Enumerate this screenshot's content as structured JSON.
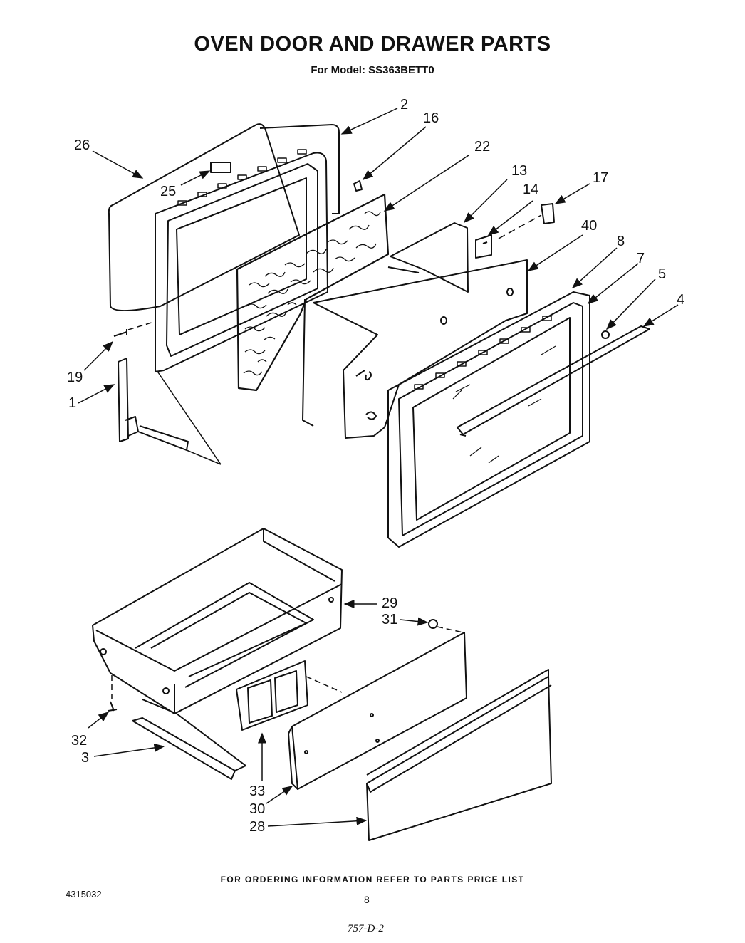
{
  "title": "OVEN DOOR AND DRAWER PARTS",
  "subtitle": "For Model: SS363BETT0",
  "callouts": {
    "c2": "2",
    "c16": "16",
    "c26": "26",
    "c22": "22",
    "c13": "13",
    "c17": "17",
    "c14": "14",
    "c25": "25",
    "c40": "40",
    "c8": "8",
    "c7": "7",
    "c5": "5",
    "c4": "4",
    "c19": "19",
    "c1": "1",
    "c29": "29",
    "c31": "31",
    "c32": "32",
    "c3": "3",
    "c33": "33",
    "c30": "30",
    "c28": "28"
  },
  "footer": "FOR ORDERING INFORMATION REFER TO PARTS PRICE LIST",
  "doc_number": "4315032",
  "page_number": "8",
  "handwritten_code": "757-D-2"
}
